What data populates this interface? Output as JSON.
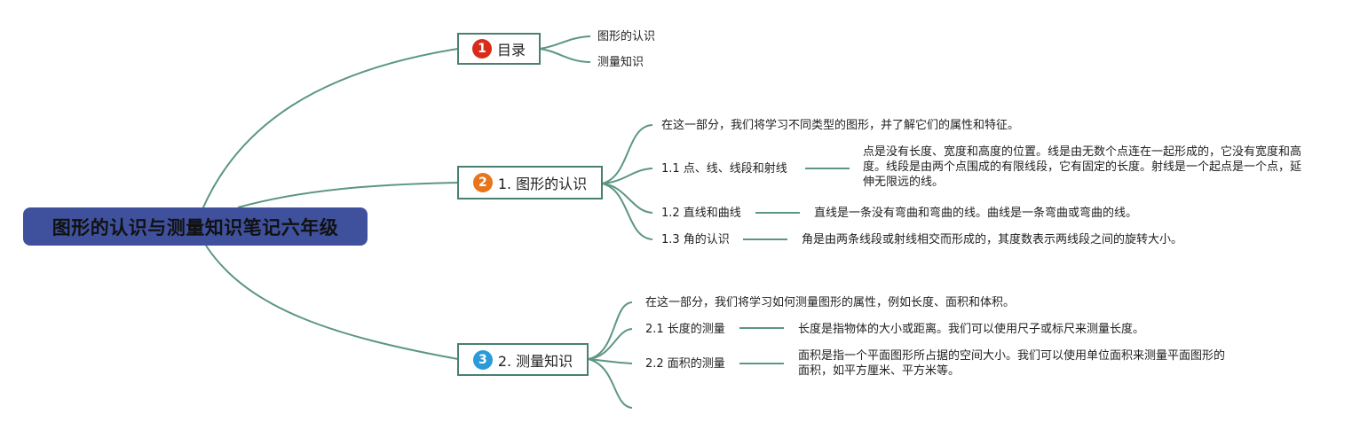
{
  "root": {
    "title": "图形的认识与测量知识笔记六年级"
  },
  "topics": [
    {
      "num": "1",
      "label": "目录",
      "color": "#d82b1a",
      "items": [
        "图形的认识",
        "测量知识"
      ]
    },
    {
      "num": "2",
      "label": "1. 图形的认识",
      "color": "#e8741c",
      "intro": "在这一部分，我们将学习不同类型的图形，并了解它们的属性和特征。",
      "items": [
        {
          "label": "1.1 点、线、线段和射线",
          "detail": "点是没有长度、宽度和高度的位置。线是由无数个点连在一起形成的，它没有宽度和高度。线段是由两个点围成的有限线段，它有固定的长度。射线是一个起点是一个点，延伸无限远的线。"
        },
        {
          "label": "1.2 直线和曲线",
          "detail": "直线是一条没有弯曲和弯曲的线。曲线是一条弯曲或弯曲的线。"
        },
        {
          "label": "1.3 角的认识",
          "detail": "角是由两条线段或射线相交而形成的，其度数表示两线段之间的旋转大小。"
        }
      ]
    },
    {
      "num": "3",
      "label": "2. 测量知识",
      "color": "#2a9ad8",
      "intro": "在这一部分，我们将学习如何测量图形的属性，例如长度、面积和体积。",
      "items": [
        {
          "label": "2.1 长度的测量",
          "detail": "长度是指物体的大小或距离。我们可以使用尺子或标尺来测量长度。"
        },
        {
          "label": "2.2 面积的测量",
          "detail": "面积是指一个平面图形所占据的空间大小。我们可以使用单位面积来测量平面图形的面积，如平方厘米、平方米等。"
        }
      ]
    }
  ],
  "colors": {
    "line": "#5c9684",
    "root_bg": "#3f519c",
    "topic_border": "#4a7f72"
  }
}
